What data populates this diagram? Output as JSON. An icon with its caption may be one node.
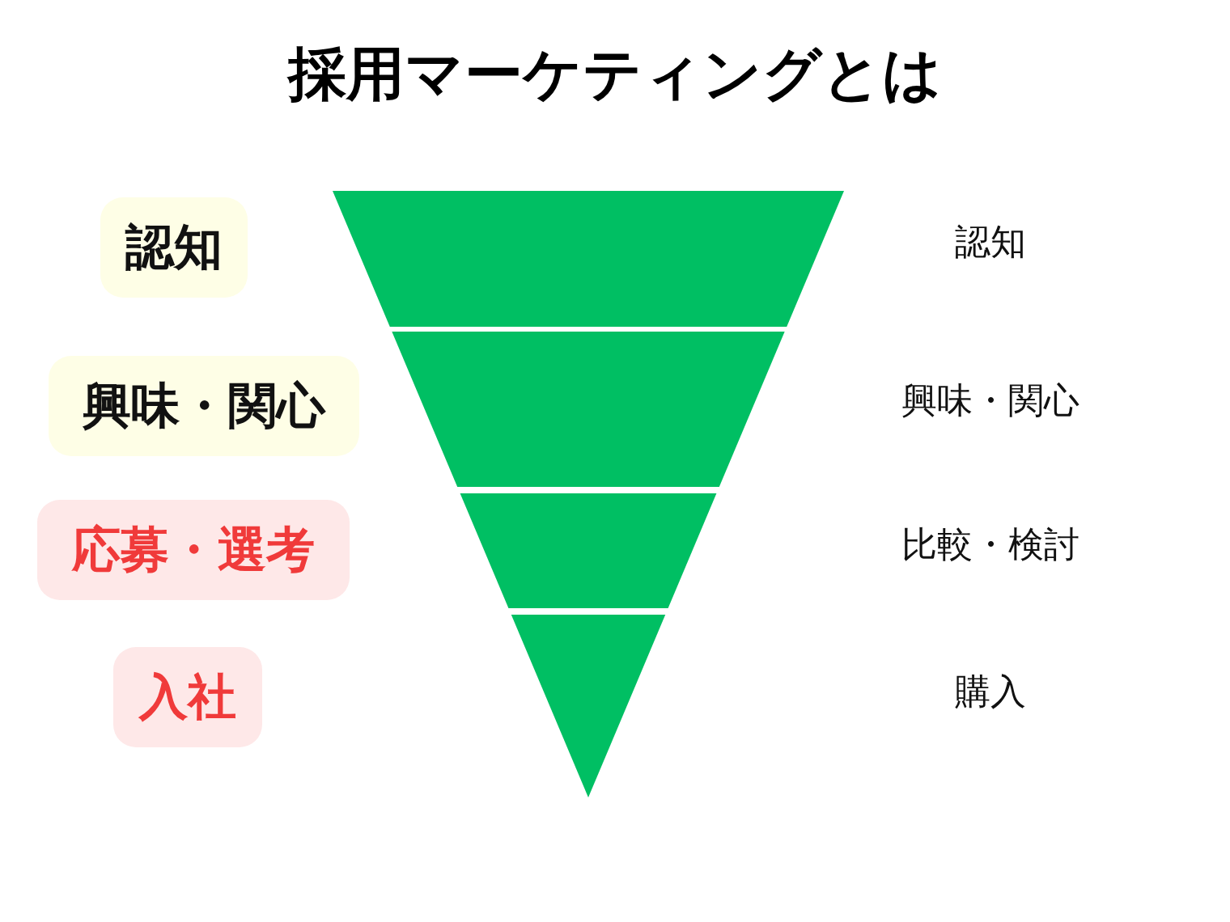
{
  "diagram": {
    "title": "採用マーケティングとは",
    "nodes": [
      {
        "text": [
          "認知"
        ]
      },
      {
        "text": [
          "興味・関心"
        ]
      },
      {
        "text": [
          "応募・選考"
        ]
      },
      {
        "text": [
          "入社"
        ]
      }
    ],
    "labels": [
      "認知",
      "興味・関心",
      "比較・検討",
      "購入"
    ]
  }
}
